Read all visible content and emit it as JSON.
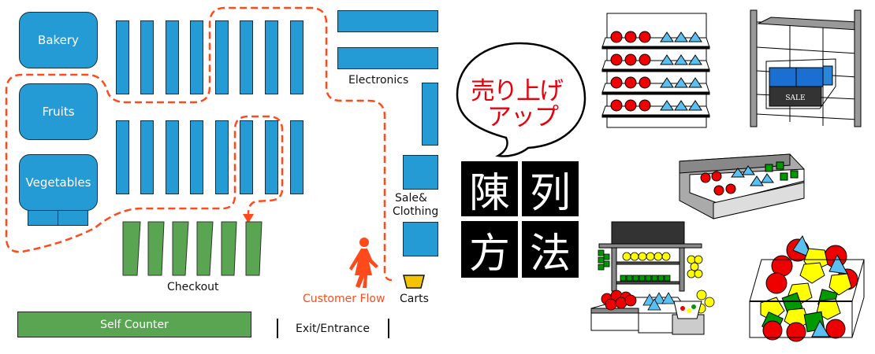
{
  "floor_plan": {
    "zones": {
      "bakery": "Bakery",
      "fruits": "Fruits",
      "vegetables": "Vegetables"
    },
    "labels": {
      "electronics": "Electronics",
      "sale_clothing_line1": "Sale&",
      "sale_clothing_line2": "Clothing",
      "checkout": "Checkout",
      "carts": "Carts",
      "customer_flow": "Customer Flow",
      "self_counter": "Self Counter",
      "exit_entrance": "Exit/Entrance"
    },
    "colors": {
      "shelf_blue": "#259bd6",
      "checkout_green": "#5aa552",
      "flow_orange": "#ff4a1c",
      "cart_yellow": "#f5c400"
    }
  },
  "callout": {
    "speech_line1": "売り上げ",
    "speech_line2": "アップ",
    "title_chars": [
      "陳",
      "列",
      "方",
      "法"
    ]
  },
  "illustrations": {
    "sale_sign": "SALE"
  }
}
